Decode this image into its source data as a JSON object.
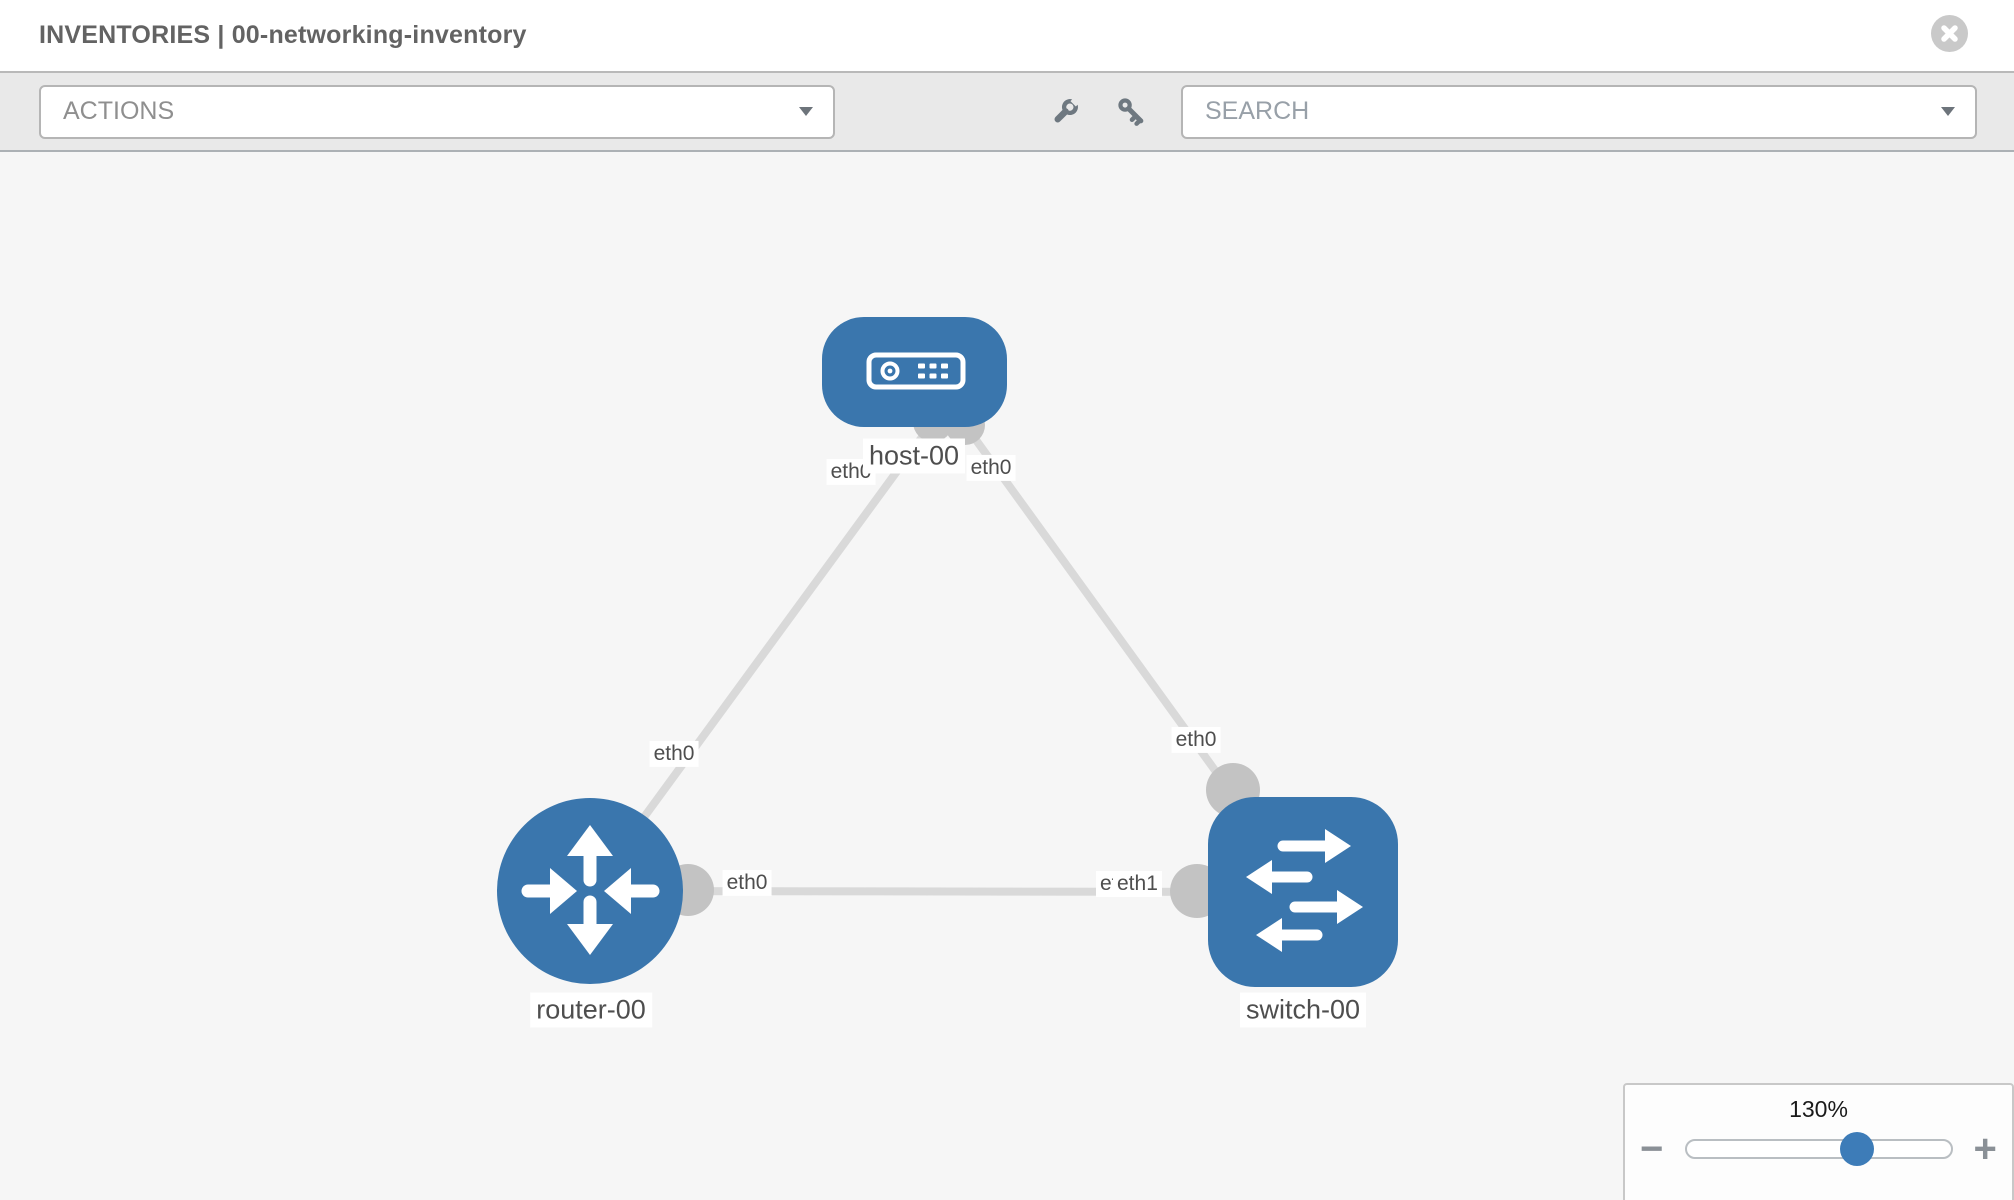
{
  "header": {
    "title": "INVENTORIES | 00-networking-inventory"
  },
  "toolbar": {
    "actions_label": "ACTIONS",
    "search_placeholder": "SEARCH",
    "icons": {
      "wrench": "wrench-icon",
      "key": "key-icon",
      "caret": "caret-down-icon"
    }
  },
  "topology": {
    "nodes": [
      {
        "label": "host-00",
        "type": "host"
      },
      {
        "label": "router-00",
        "type": "router"
      },
      {
        "label": "switch-00",
        "type": "switch"
      }
    ],
    "links": [
      {
        "a": "host-00",
        "b": "router-00",
        "a_if": "eth0",
        "b_if": "eth0"
      },
      {
        "a": "host-00",
        "b": "switch-00",
        "a_if": "eth0",
        "b_if": "eth0"
      },
      {
        "a": "router-00",
        "b": "switch-00",
        "a_if": "eth0",
        "b_if": "eth1",
        "b_if_occluded": "eth0"
      }
    ]
  },
  "zoom_control": {
    "level": "130%",
    "minus_label": "−",
    "plus_label": "+",
    "slider_percent": 64.5
  },
  "colors": {
    "node_blue": "#3a76ad",
    "link_gray": "#d9d9d9",
    "connector_gray": "#c3c3c3",
    "toolbar_bg": "#e9e9e9",
    "canvas_bg": "#f6f6f6",
    "icon_gray": "#6e7880",
    "slider_handle_blue": "#3d7cb8"
  }
}
